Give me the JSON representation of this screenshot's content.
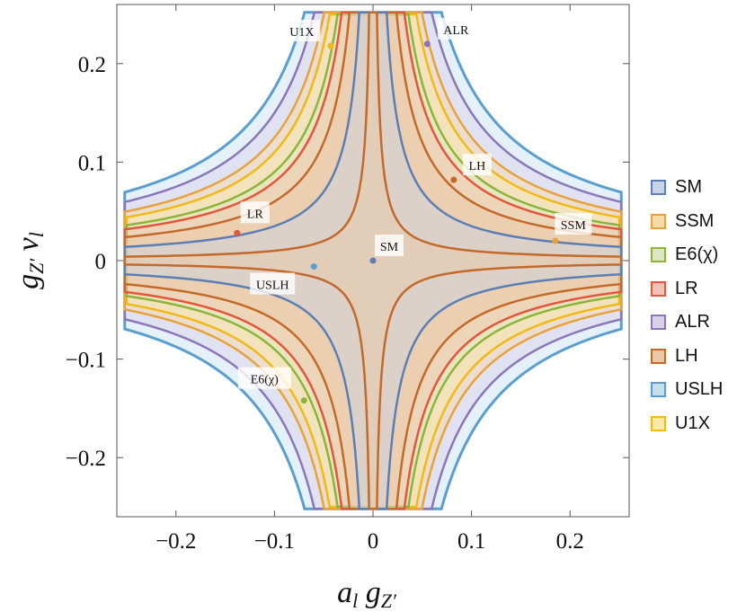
{
  "chart_data": {
    "type": "contour",
    "xlabel": "a_l g_Z'",
    "ylabel": "g_Z' v_l",
    "xlim": [
      -0.26,
      0.26
    ],
    "ylim": [
      -0.26,
      0.26
    ],
    "xticks": [
      -0.2,
      -0.1,
      0,
      0.1,
      0.2
    ],
    "yticks": [
      -0.2,
      -0.1,
      0,
      0.1,
      0.2
    ],
    "xtick_labels": [
      "−0.2",
      "−0.1",
      "0",
      "0.1",
      "0.2"
    ],
    "ytick_labels": [
      "−0.2",
      "−0.1",
      "0",
      "0.1",
      "0.2"
    ],
    "legend_position": "right",
    "series": [
      {
        "name": "SM",
        "color": "#5b7fb5",
        "fill": "#c7d3e6",
        "point": [
          0,
          0
        ],
        "label": "SM"
      },
      {
        "name": "SSM",
        "color": "#e8a23c",
        "fill": "#f8d9a8",
        "point": [
          0.185,
          0.02
        ],
        "label": "SSM"
      },
      {
        "name": "E6(χ)",
        "color": "#8db43a",
        "fill": "#dce8bf",
        "point": [
          -0.07,
          -0.142
        ],
        "label": "E6(χ)"
      },
      {
        "name": "LR",
        "color": "#e5553b",
        "fill": "#f3c1b3",
        "point": [
          -0.138,
          0.028
        ],
        "label": "LR"
      },
      {
        "name": "ALR",
        "color": "#8a76b8",
        "fill": "#d9d1e8",
        "point": [
          0.055,
          0.22
        ],
        "label": "ALR"
      },
      {
        "name": "LH",
        "color": "#c36a2a",
        "fill": "#ecc7a6",
        "point": [
          0.082,
          0.082
        ],
        "label": "LH"
      },
      {
        "name": "USLH",
        "color": "#5a9ed0",
        "fill": "#c5dff0",
        "point": [
          -0.06,
          -0.006
        ],
        "label": "USLH"
      },
      {
        "name": "U1X",
        "color": "#f2b914",
        "fill": "#fde9a6",
        "point": [
          -0.043,
          0.218
        ],
        "label": "U1X"
      }
    ]
  }
}
